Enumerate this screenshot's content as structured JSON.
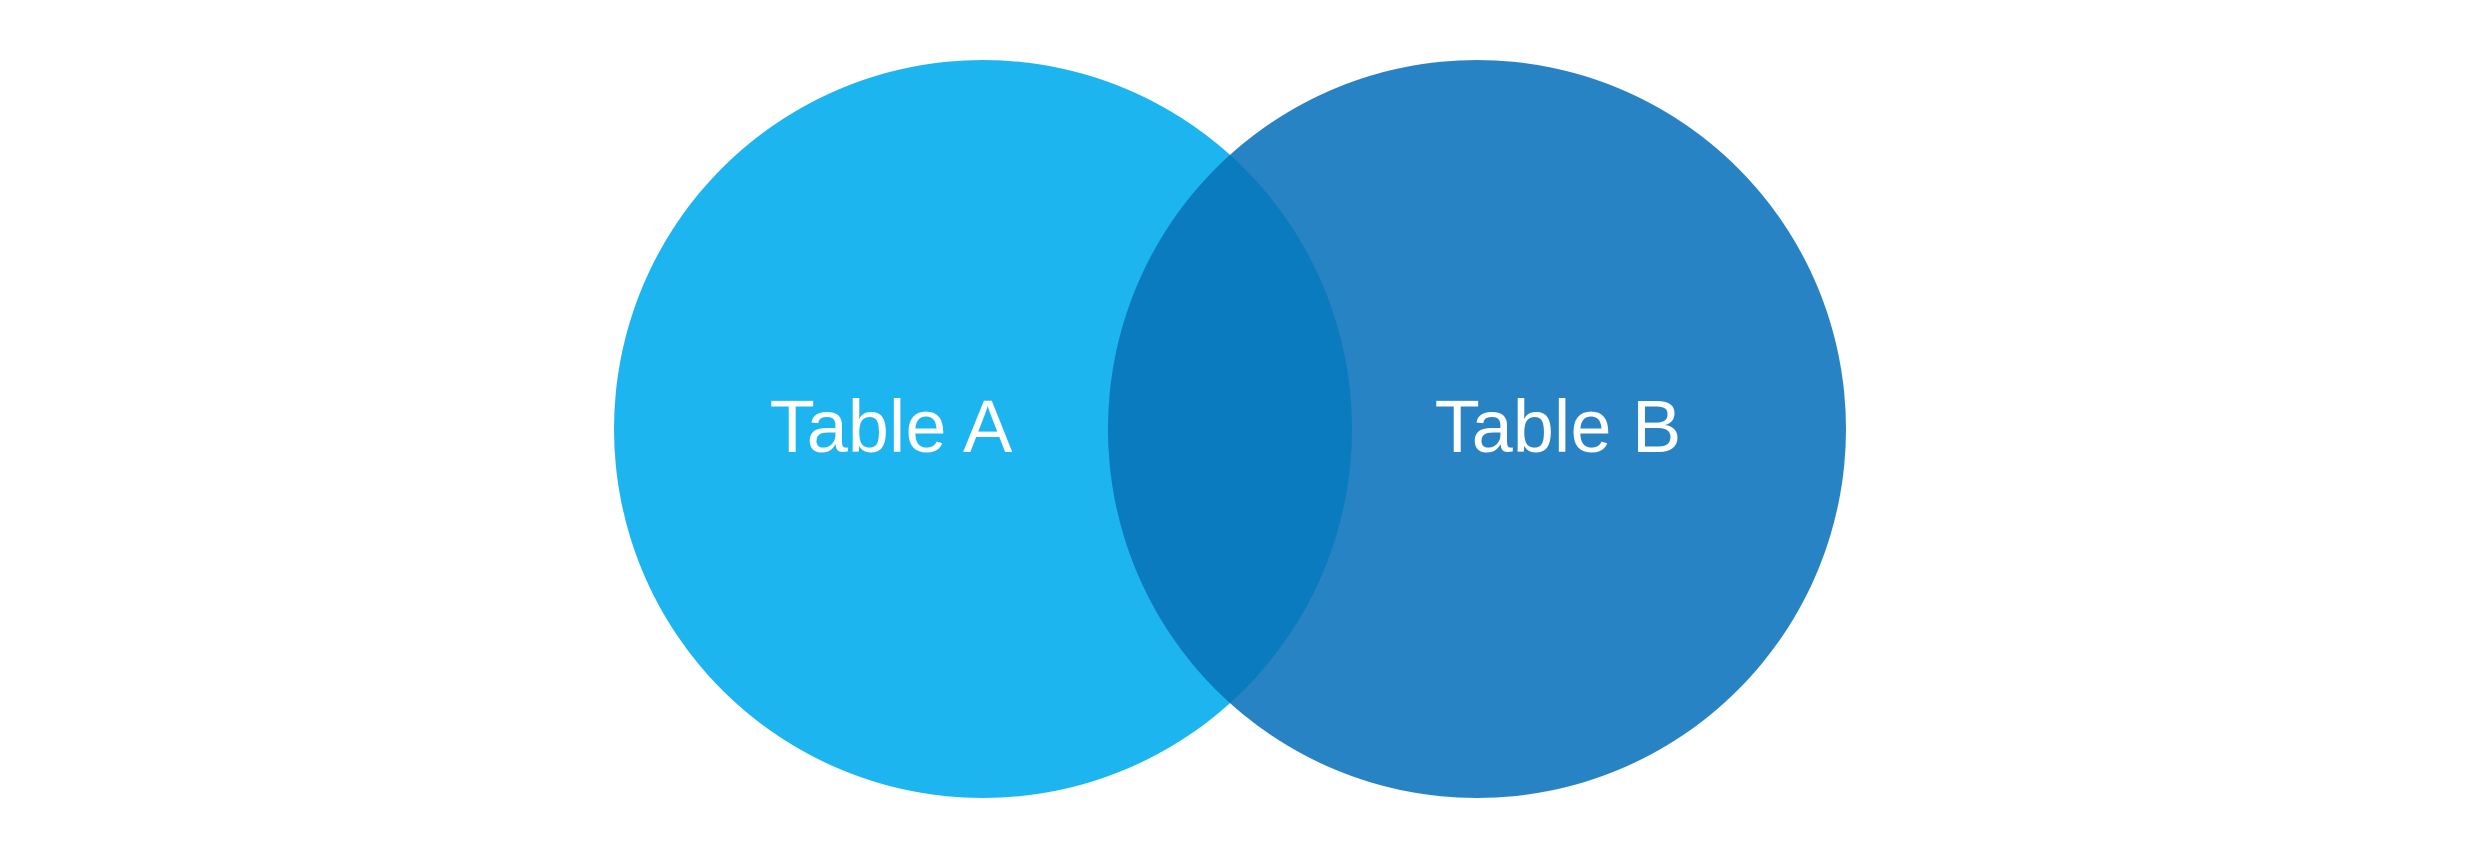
{
  "diagram": {
    "type": "venn",
    "sets": [
      {
        "label": "Table A",
        "color": "#1CB5F0"
      },
      {
        "label": "Table B",
        "color": "#2883C4"
      }
    ],
    "intersection_color": "#0A7BBF"
  }
}
